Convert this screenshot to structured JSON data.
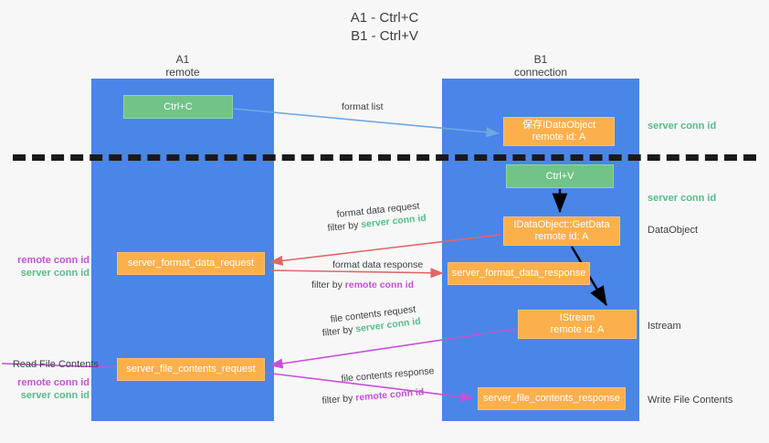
{
  "title": {
    "line1": "A1 - Ctrl+C",
    "line2": "B1 - Ctrl+V"
  },
  "lanes": [
    {
      "id": "a1",
      "name": "A1",
      "role": "remote",
      "color": "#4a86e8"
    },
    {
      "id": "b1",
      "name": "B1",
      "role": "connection",
      "color": "#4a86e8"
    }
  ],
  "colors": {
    "lane": "#4a86e8",
    "green_node": "#72c387",
    "orange_node": "#fbb04c",
    "server_conn_id": "#57bb8a",
    "remote_conn_id": "#c452d4",
    "text": "#3c4043",
    "background": "#f7f7f7",
    "divider": "#1a1a1a",
    "arrow_blue": "#6fa8dc",
    "arrow_red": "#e06666",
    "arrow_magenta": "#c452d4",
    "arrow_black": "#000000"
  },
  "nodes": {
    "ctrl_c": {
      "label": "Ctrl+C",
      "sub": ""
    },
    "save_dataobject": {
      "label": "保存IDataObject",
      "sub": "remote id: A"
    },
    "ctrl_v": {
      "label": "Ctrl+V",
      "sub": ""
    },
    "getdata": {
      "label": "IDataObject::GetData",
      "sub": "remote id: A"
    },
    "istream": {
      "label": "IStream",
      "sub": "remote id: A"
    },
    "server_format_data_request": {
      "label": "server_format_data_request"
    },
    "server_format_data_response": {
      "label": "server_format_data_response"
    },
    "server_file_contents_request": {
      "label": "server_file_contents_request"
    },
    "server_file_contents_response": {
      "label": "server_file_contents_response"
    }
  },
  "edge_labels": {
    "format_list": "format list",
    "format_data_request": "format data request",
    "format_data_request_filter_prefix": "filter by ",
    "format_data_request_filter_value": "server conn id",
    "format_data_response": "format data response",
    "format_data_response_filter_prefix": "filter by ",
    "format_data_response_filter_value": "remote conn id",
    "file_contents_request": "file contents request",
    "file_contents_request_filter_prefix": "filter by ",
    "file_contents_request_filter_value": "server conn id",
    "file_contents_response": "file contents response",
    "file_contents_response_filter_prefix": "filter by ",
    "file_contents_response_filter_value": "remote conn id"
  },
  "side_labels": {
    "server_conn_id_top": "server conn id",
    "server_conn_id_mid": "server conn id",
    "dataobject": "DataObject",
    "istream": "Istream",
    "write_file_contents": "Write File Contents",
    "read_file_contents": "Read File Contents",
    "remote_conn_id_1": "remote conn id",
    "server_conn_id_1": "server conn id",
    "remote_conn_id_2": "remote conn id",
    "server_conn_id_2": "server conn id"
  }
}
